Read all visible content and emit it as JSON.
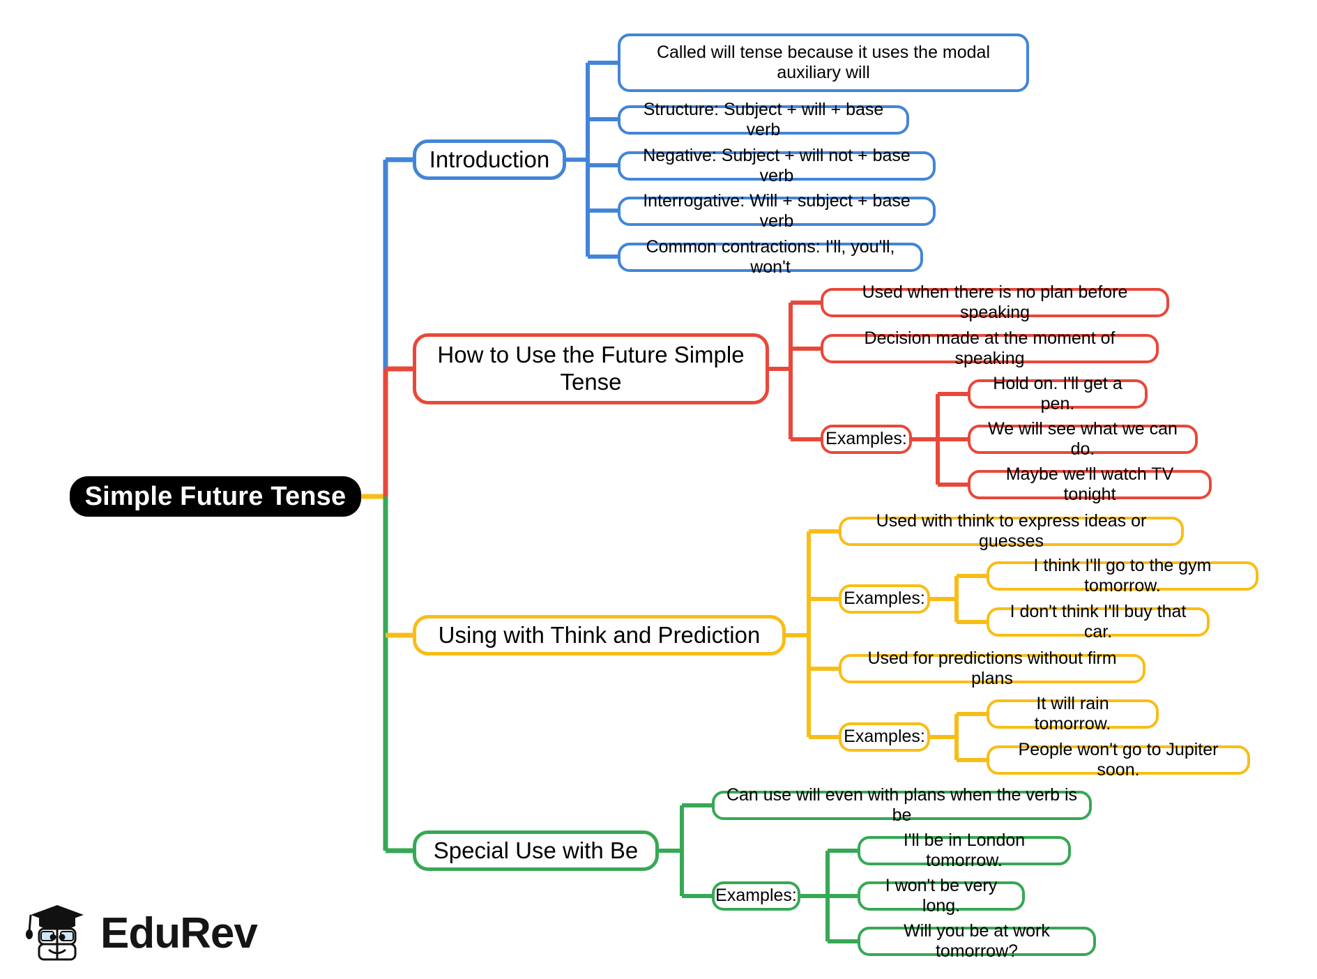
{
  "diagram": {
    "type": "mindmap",
    "root": {
      "label": "Simple Future Tense",
      "color": "#000000"
    },
    "branches": [
      {
        "id": "introduction",
        "label": "Introduction",
        "color": "#4285d8",
        "children": [
          {
            "label": "Called will tense because it uses the modal auxiliary will"
          },
          {
            "label": "Structure: Subject + will + base verb"
          },
          {
            "label": "Negative: Subject + will not + base verb"
          },
          {
            "label": "Interrogative: Will + subject + base verb"
          },
          {
            "label": "Common contractions: I'll, you'll, won't"
          }
        ]
      },
      {
        "id": "how-to-use",
        "label": "How to Use the Future Simple Tense",
        "color": "#e8483a",
        "children": [
          {
            "label": "Used when there is no plan before speaking"
          },
          {
            "label": "Decision made at the moment of speaking"
          },
          {
            "label": "Examples:",
            "children": [
              {
                "label": "Hold on. I'll get a pen."
              },
              {
                "label": "We will see what we can do."
              },
              {
                "label": "Maybe we'll watch TV tonight"
              }
            ]
          }
        ]
      },
      {
        "id": "think-and-prediction",
        "label": "Using with Think and Prediction",
        "color": "#f8bd16",
        "children": [
          {
            "label": "Used with think to express ideas or guesses"
          },
          {
            "label": "Examples:",
            "children": [
              {
                "label": "I think I'll go to the gym tomorrow."
              },
              {
                "label": "I don't think I'll buy that car."
              }
            ]
          },
          {
            "label": "Used for predictions without firm plans"
          },
          {
            "label": "Examples:",
            "children": [
              {
                "label": "It will rain tomorrow."
              },
              {
                "label": "People won't go to Jupiter soon."
              }
            ]
          }
        ]
      },
      {
        "id": "special-use-with-be",
        "label": "Special Use with Be",
        "color": "#37a855",
        "children": [
          {
            "label": "Can use will even with plans when the verb is be"
          },
          {
            "label": "Examples:",
            "children": [
              {
                "label": "I'll be in London tomorrow."
              },
              {
                "label": "I won't be very long."
              },
              {
                "label": "Will you be at work tomorrow?"
              }
            ]
          }
        ]
      }
    ]
  },
  "branding": {
    "logo_text": "EduRev",
    "logo_icon": "graduation-cap-book-mascot-icon"
  }
}
